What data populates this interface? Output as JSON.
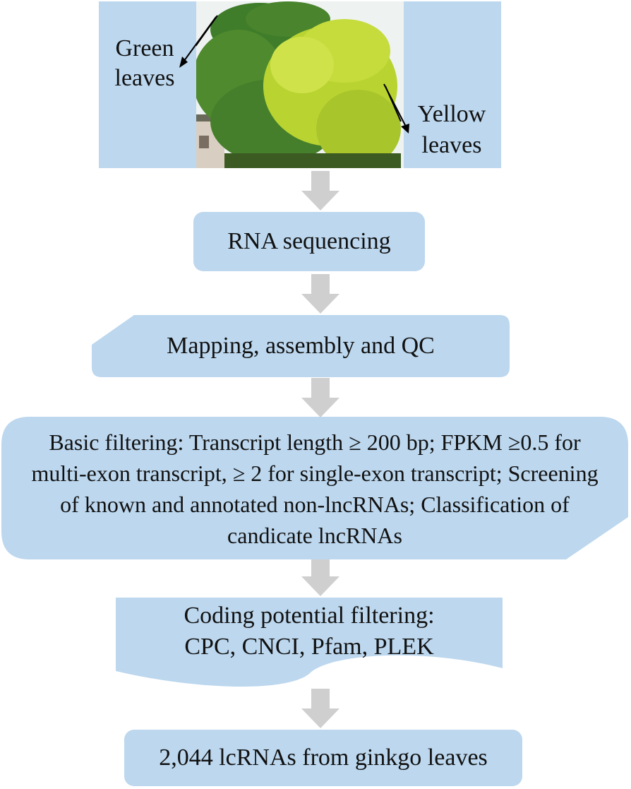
{
  "diagram": {
    "photo_panel": {
      "left_label_line1": "Green",
      "left_label_line2": "leaves",
      "right_label_line1": "Yellow",
      "right_label_line2": "leaves"
    },
    "steps": [
      {
        "text": "RNA sequencing"
      },
      {
        "text": "Mapping, assembly and QC"
      },
      {
        "text": "Basic filtering: Transcript length ≥ 200 bp; FPKM ≥0.5 for multi-exon transcript, ≥ 2 for single-exon transcript; Screening of  known and annotated non-lncRNAs; Classification of candicate lncRNAs"
      },
      {
        "line1": "Coding potential filtering:",
        "line2": "CPC, CNCI, Pfam, PLEK"
      },
      {
        "text": "2,044 lcRNAs from ginkgo leaves"
      }
    ],
    "colors": {
      "box_fill": "#bcd7ee",
      "arrow_fill": "#cfcfcf",
      "green_foliage": "#4f8a2e",
      "yellow_foliage": "#b9d431"
    }
  }
}
